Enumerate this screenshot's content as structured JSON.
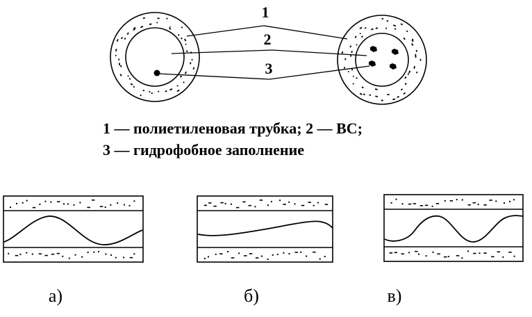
{
  "callouts": [
    "1",
    "2",
    "3"
  ],
  "legend": {
    "line1": "1 — полиетиленовая трубка; 2 — ВС;",
    "line2": "3 — гидрофобное заполнение"
  },
  "panels": [
    {
      "label": "а)",
      "wave": "one full period, larger amplitude"
    },
    {
      "label": "б)",
      "wave": "gentle, small amplitude"
    },
    {
      "label": "в)",
      "wave": "two periods, larger amplitude"
    }
  ],
  "colors": {
    "ink": "#000000",
    "background": "#ffffff"
  }
}
